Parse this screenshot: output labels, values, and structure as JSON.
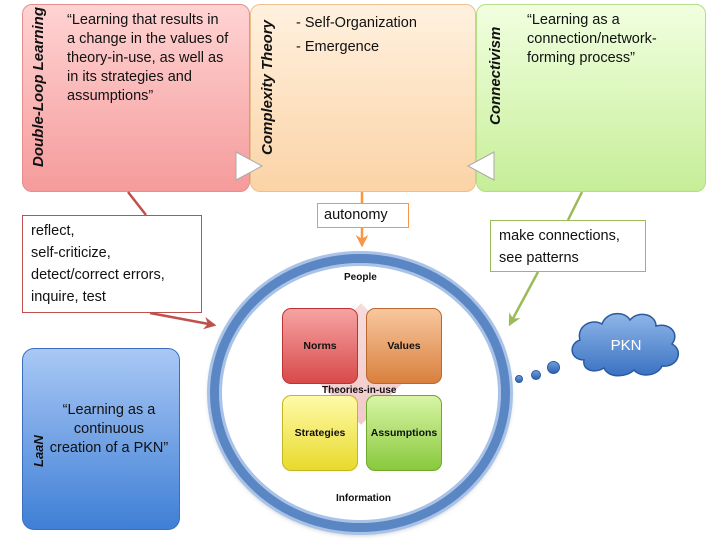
{
  "panels": {
    "double_loop": {
      "title": "Double-Loop Learning",
      "quote_lines": [
        "“Learning that results in",
        "a change in the values of",
        "theory-in-use, as well as",
        "in its strategies and",
        "assumptions”"
      ]
    },
    "complexity": {
      "title": "Complexity Theory",
      "items": [
        "- Self-Organization",
        "- Emergence"
      ]
    },
    "connectivism": {
      "title": "Connectivism",
      "quote_lines": [
        "“Learning as a",
        "connection/network-",
        "forming process”"
      ]
    }
  },
  "callouts": {
    "left_lines": [
      "reflect,",
      "self-criticize,",
      "detect/correct errors,",
      "inquire, test"
    ],
    "middle": "autonomy",
    "right_lines": [
      "make connections,",
      "see patterns"
    ]
  },
  "laan": {
    "title": "LaaN",
    "quote_lines": [
      "“Learning as a",
      "continuous",
      "creation of a PKN”"
    ]
  },
  "circle": {
    "top_label": "People",
    "bottom_label": "Information",
    "center_label": "Theories-in-use",
    "quadrants": {
      "top_left": "Norms",
      "top_right": "Values",
      "bottom_left": "Strategies",
      "bottom_right": "Assumptions"
    }
  },
  "cloud": {
    "label": "PKN"
  },
  "colors": {
    "red": "#c0504d",
    "orange": "#f79646",
    "green": "#9bbb59",
    "blue": "#4f81bd"
  }
}
